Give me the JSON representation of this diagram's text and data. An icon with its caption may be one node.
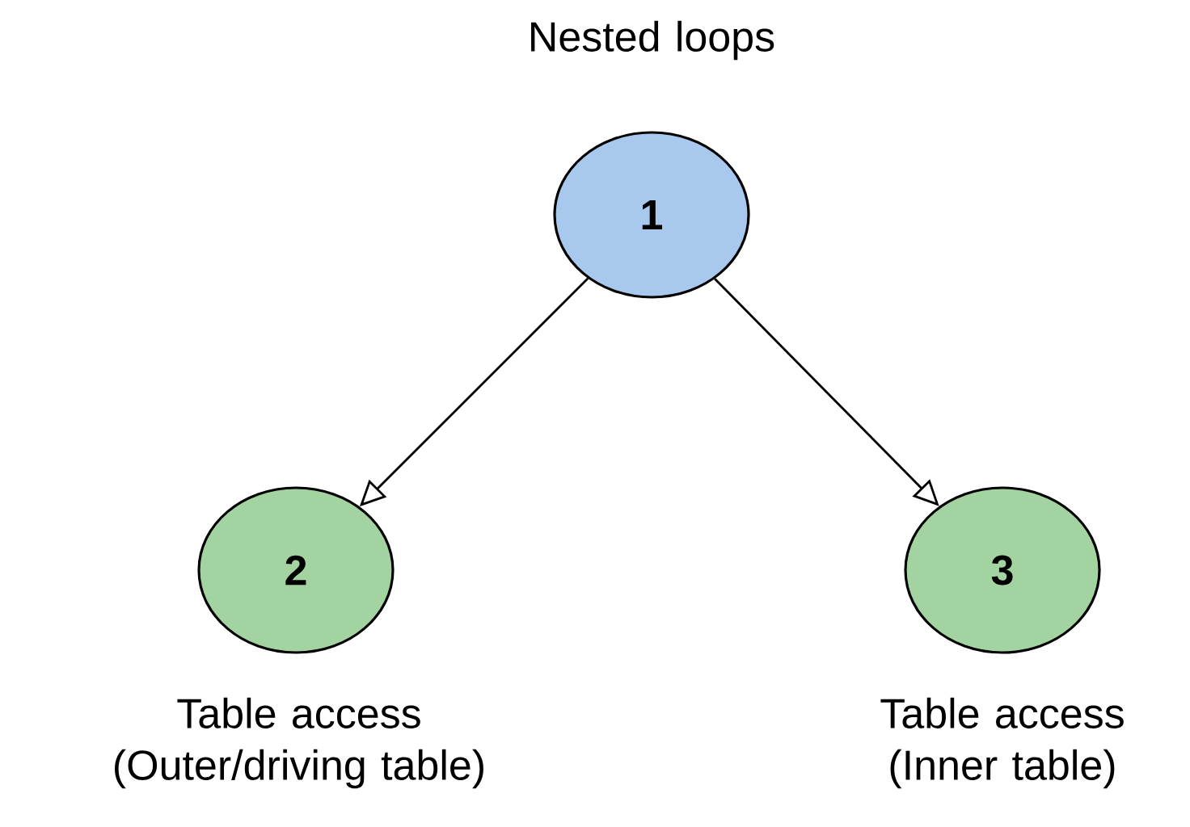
{
  "diagram": {
    "nodes": [
      {
        "text": [
          "1"
        ],
        "beside": [
          "Nested loops"
        ]
      },
      {
        "text": [
          "2"
        ],
        "beside": [
          "Table access (Outer/driving table)"
        ]
      },
      {
        "text": [
          "3"
        ],
        "beside": [
          "Table access (Inner table)"
        ]
      }
    ],
    "edges": [
      {
        "from": 0,
        "to": 1,
        "arrow": "to"
      },
      {
        "from": 0,
        "to": 2,
        "arrow": "to"
      }
    ]
  }
}
